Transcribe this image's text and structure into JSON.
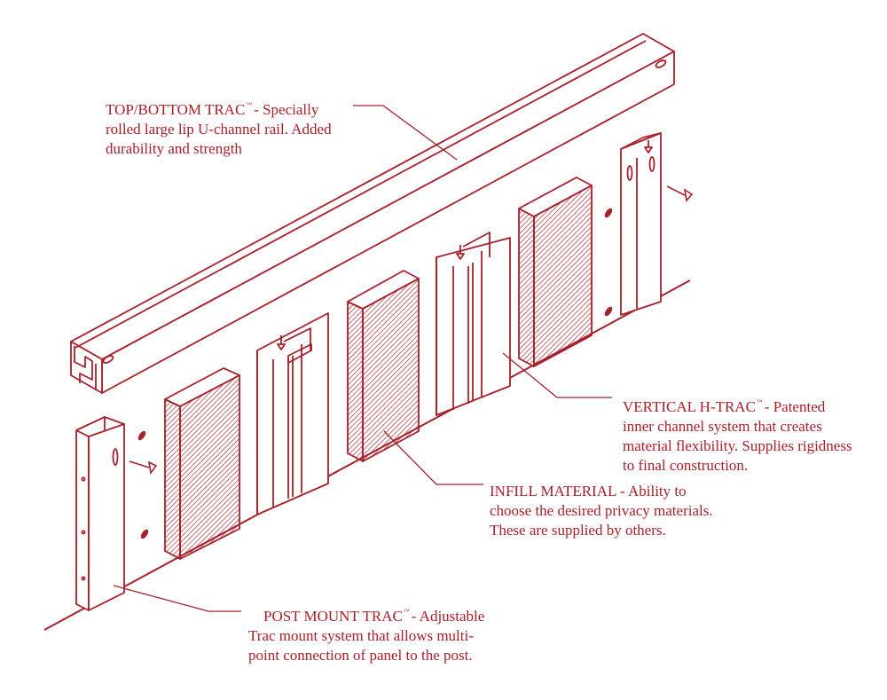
{
  "colors": {
    "ink": "#a8202a",
    "paper": "#ffffff"
  },
  "callouts": {
    "top_trac": {
      "name": "TOP/BOTTOM TRAC",
      "mark": "™",
      "desc_1": "- Specially",
      "line_2": "rolled large lip U-channel rail. Added",
      "line_3": "durability and strength"
    },
    "vertical_h_trac": {
      "name": "VERTICAL H-TRAC",
      "mark": "™",
      "desc_1": "-  Patented",
      "line_2": "inner channel system that creates",
      "line_3": "material flexibility. Supplies rigidness",
      "line_4": "to final construction."
    },
    "infill": {
      "line_1": "INFILL MATERIAL - Ability to",
      "line_2": "choose the desired privacy materials.",
      "line_3": "These are supplied by others."
    },
    "post_mount_trac": {
      "name": "POST MOUNT TRAC",
      "mark": "™",
      "desc_1": "- Adjustable",
      "line_2": "Trac mount system that allows multi-",
      "line_3": "point connection of panel to the post."
    }
  }
}
